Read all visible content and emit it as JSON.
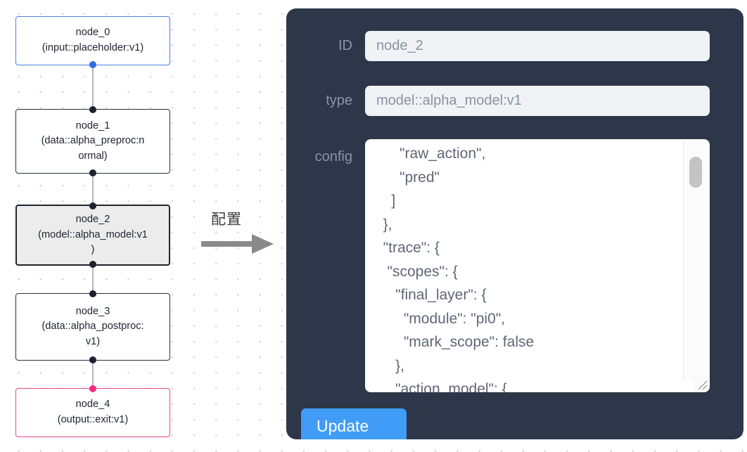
{
  "graph": {
    "nodes": [
      {
        "id": "node_0",
        "label": "node_0\n(input::placeholder:v1)",
        "kind": "input",
        "selected": false
      },
      {
        "id": "node_1",
        "label": "node_1\n(data::alpha_preproc:n\normal)",
        "kind": "default",
        "selected": false
      },
      {
        "id": "node_2",
        "label": "node_2\n(model::alpha_model:v1\n)",
        "kind": "default",
        "selected": true
      },
      {
        "id": "node_3",
        "label": "node_3\n(data::alpha_postproc:\nv1)",
        "kind": "default",
        "selected": false
      },
      {
        "id": "node_4",
        "label": "node_4\n(output::exit:v1)",
        "kind": "output",
        "selected": false
      }
    ],
    "colors": {
      "input_border": "#4f7ddb",
      "output_border": "#e8458f",
      "default_border": "#2b2f3a",
      "selected_fill": "#ececec",
      "edge": "#b6b6bb",
      "handle": "#1d2230",
      "handle_input": "#2f6ddb",
      "handle_output": "#ef2f82"
    }
  },
  "transform": {
    "caption": "配置",
    "arrow_icon": "arrow-right-icon"
  },
  "inspector": {
    "accent_color": "#409cf7",
    "panel_color": "#2e3749",
    "fields": {
      "id": {
        "label": "ID",
        "value": "node_2"
      },
      "type": {
        "label": "type",
        "value": "model::alpha_model:v1"
      },
      "config": {
        "label": "config",
        "value": "      \"raw_action\",\n      \"pred\"\n    ]\n  },\n  \"trace\": {\n   \"scopes\": {\n     \"final_layer\": {\n       \"module\": \"pi0\",\n       \"mark_scope\": false\n     },\n     \"action_model\": {"
      }
    },
    "update_label": "Update",
    "scrollbar": {
      "name": "vertical-scrollbar"
    }
  }
}
